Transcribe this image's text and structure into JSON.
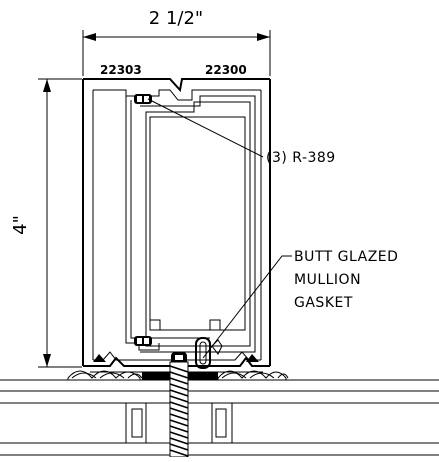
{
  "dimensions": {
    "width_label": "2 1/2\"",
    "height_label": "4\""
  },
  "parts": {
    "left_part": "22303",
    "right_part": "22300"
  },
  "callouts": {
    "gasket_ref": "(3) R-389",
    "mullion_gasket_line1": "BUTT GLAZED",
    "mullion_gasket_line2": "MULLION",
    "mullion_gasket_line3": "GASKET"
  }
}
